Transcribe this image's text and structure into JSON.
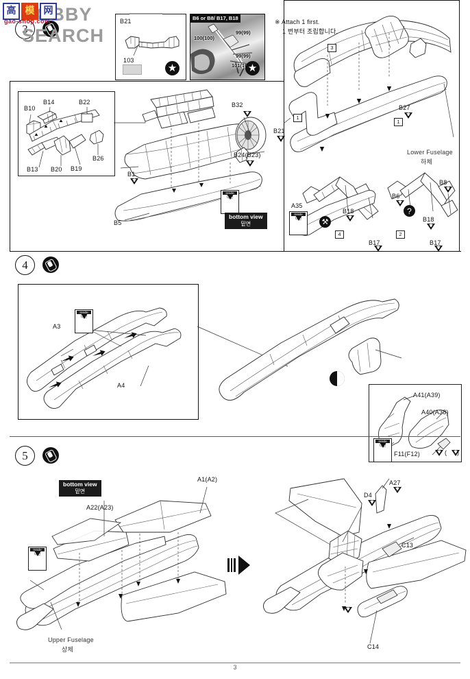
{
  "document": {
    "page_number": "3",
    "watermark": {
      "text": "HOBBY SEARCH",
      "domain": "gao-shop.com",
      "cjk": [
        "高",
        "模",
        "网"
      ]
    }
  },
  "notes": {
    "attach_en": "※ Attach 1 first.",
    "attach_kr": "1 번부터 조립합니다."
  },
  "badges": {
    "bottom_view_en": "bottom view",
    "bottom_view_kr": "밑면",
    "inside_en": "Inside",
    "inside_kr": "내면"
  },
  "steps": [
    {
      "number": "3",
      "icon": "glue-icon",
      "insets": [
        {
          "name": "b21-detail",
          "label": "B21",
          "paint_code": "103",
          "mark": "star-icon"
        },
        {
          "name": "photo-reference",
          "caption": "B6 or B8/ B17, B18",
          "callouts": [
            "100(100)",
            "99(99)",
            "99(99)",
            "101(101)"
          ],
          "mark": "star-icon"
        }
      ],
      "left_panel": {
        "sub_panel_labels": [
          "B10",
          "B14",
          "B22",
          "B13",
          "B20",
          "B19",
          "B26"
        ],
        "main_labels": [
          "B32",
          "B24(B23)",
          "B1",
          "B5"
        ],
        "badge": "inside"
      },
      "right_panel": {
        "labels": [
          "B21",
          "B27",
          "B8",
          "B18",
          "B18",
          "B17",
          "B17",
          "B6",
          "A35"
        ],
        "annotation_en": "Lower Fuselage",
        "annotation_kr": "하체",
        "order_numbers": [
          "3",
          "1",
          "1",
          "4",
          "2"
        ],
        "glyphs": [
          "clamp-icon",
          "question-icon"
        ]
      }
    },
    {
      "number": "4",
      "icon": "glue-icon",
      "left_panel": {
        "labels": [
          "A3",
          "A4"
        ],
        "badge": "inside"
      },
      "right_inset": {
        "labels": [
          "A41(A39)",
          "A40(A38)",
          "F11(F12)"
        ],
        "badge": "inside"
      },
      "mark": "half-circle-icon"
    },
    {
      "number": "5",
      "icon": "glue-icon",
      "left_figure": {
        "badge_bottom_view": true,
        "badge_inside": true,
        "labels": [
          "A1(A2)",
          "A22(A23)"
        ],
        "annotation_en": "Upper Fuselage",
        "annotation_kr": "상체"
      },
      "right_figure": {
        "labels": [
          "D4",
          "A27",
          "C13",
          "C14"
        ]
      },
      "transition_icon": "right-arrow-icon"
    }
  ]
}
